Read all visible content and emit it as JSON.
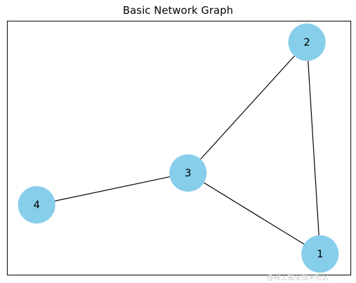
{
  "title": "Basic Network Graph",
  "watermark": "@稀土掘金技术社区",
  "node_color": "#87CEEB",
  "edge_color": "#000000",
  "nodes": [
    {
      "id": "1",
      "label": "1"
    },
    {
      "id": "2",
      "label": "2"
    },
    {
      "id": "3",
      "label": "3"
    },
    {
      "id": "4",
      "label": "4"
    }
  ],
  "edges": [
    {
      "source": "1",
      "target": "2"
    },
    {
      "source": "1",
      "target": "3"
    },
    {
      "source": "2",
      "target": "3"
    },
    {
      "source": "3",
      "target": "4"
    }
  ]
}
